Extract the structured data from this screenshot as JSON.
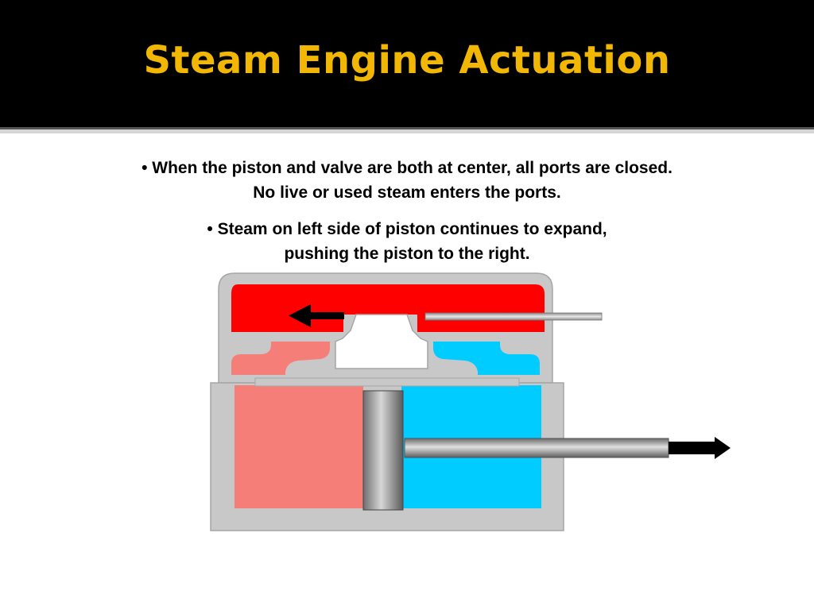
{
  "slide": {
    "title": "Steam Engine Actuation",
    "title_color": "#f2b705",
    "header_background": "#000000"
  },
  "bullets": [
    {
      "marker": "•",
      "lines": [
        "When the piston and valve are both at center, all ports are closed.",
        "No live or used steam enters the ports."
      ]
    },
    {
      "marker": "•",
      "lines": [
        "Steam on left side of piston continues to expand,",
        "pushing the piston to the right."
      ]
    }
  ],
  "diagram": {
    "colors": {
      "live_steam": "#ff0000",
      "expanding_steam": "#f57f78",
      "exhaust_steam": "#00ccff",
      "housing": "#c8c8c8",
      "valve": "#ffffff",
      "arrow": "#000000"
    },
    "icons": [
      "left-arrow-icon",
      "right-arrow-icon"
    ]
  }
}
